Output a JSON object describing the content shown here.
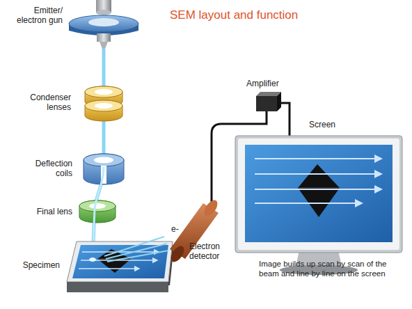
{
  "diagram": {
    "title": "SEM layout and function",
    "labels": [
      "Emitter/ electron gun",
      "Condenser lenses",
      "Deflection coils",
      "Final lens",
      "Specimen",
      "e-",
      "Electron detector",
      "Amplifier",
      "Screen",
      "Image builds up scan by scan of the beam and line by line on the screen"
    ]
  }
}
